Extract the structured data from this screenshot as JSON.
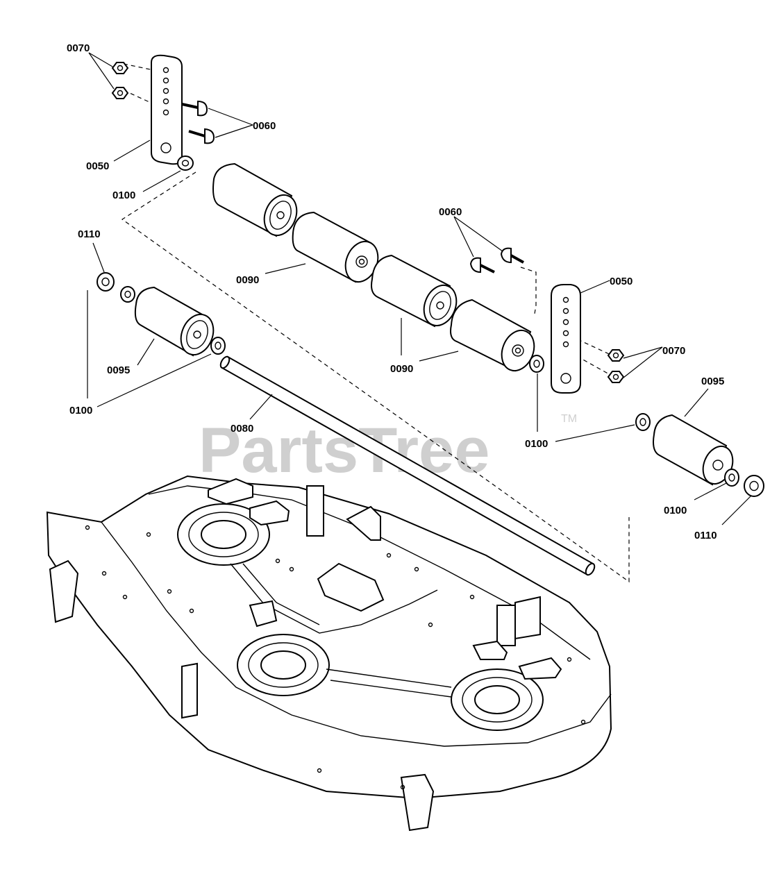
{
  "watermark": {
    "text": "PartsTree",
    "trademark": "TM"
  },
  "callouts": {
    "c0070_top": "0070",
    "c0060_top": "0060",
    "c0050_left": "0050",
    "c0100_top": "0100",
    "c0110_left": "0110",
    "c0090_left": "0090",
    "c0095_left": "0095",
    "c0100_left": "0100",
    "c0080": "0080",
    "c0060_right": "0060",
    "c0050_right": "0050",
    "c0090_mid": "0090",
    "c0070_right": "0070",
    "c0095_right": "0095",
    "c0100_mid": "0100",
    "c0100_right": "0100",
    "c0110_right": "0110"
  }
}
